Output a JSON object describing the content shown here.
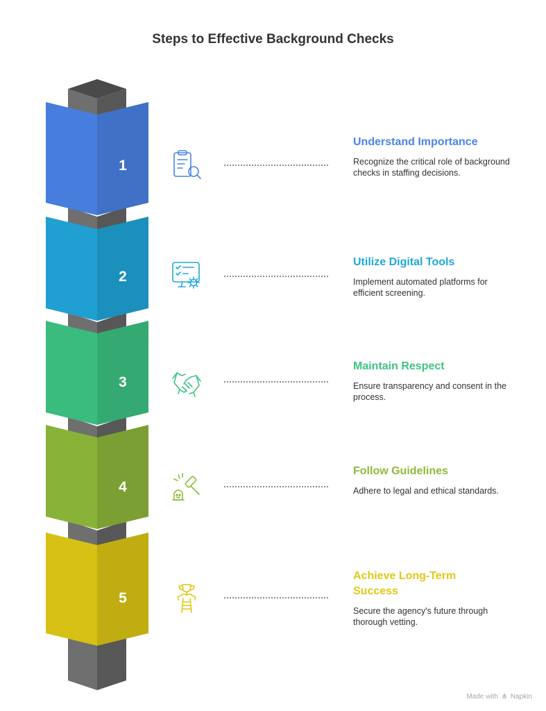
{
  "title": "Steps to Effective Background Checks",
  "steps": [
    {
      "number": "1",
      "title": "Understand Importance",
      "description": "Recognize the critical role of background checks in staffing decisions.",
      "color": "#4a83e6",
      "icon": "clipboard-search-icon"
    },
    {
      "number": "2",
      "title": "Utilize Digital Tools",
      "description": "Implement automated platforms for efficient screening.",
      "color": "#21a7db",
      "icon": "checklist-gear-icon"
    },
    {
      "number": "3",
      "title": "Maintain Respect",
      "description": "Ensure transparency and consent in the process.",
      "color": "#3cc483",
      "icon": "handshake-icon"
    },
    {
      "number": "4",
      "title": "Follow Guidelines",
      "description": "Adhere to legal and ethical standards.",
      "color": "#8fb93a",
      "icon": "gavel-icon"
    },
    {
      "number": "5",
      "title": "Achieve Long-Term Success",
      "description": "Secure the agency's future through thorough vetting.",
      "color": "#dfc915",
      "icon": "trophy-ladder-icon"
    }
  ],
  "post_color": "#636363",
  "footer": {
    "made_with": "Made with",
    "brand": "Napkin"
  }
}
